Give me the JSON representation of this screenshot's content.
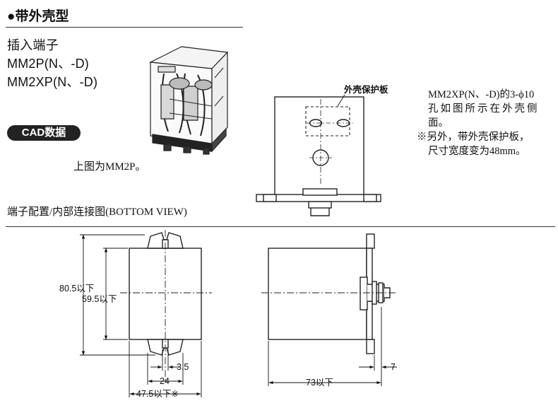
{
  "header": {
    "title": "●带外壳型"
  },
  "product": {
    "terminal_label": "插入端子",
    "model_1": "MM2P(N、-D)",
    "model_2": "MM2XP(N、-D)",
    "cad_badge": "CAD数据",
    "photo_caption": "上图为MM2P。"
  },
  "side_panel": {
    "protect_plate_label": "外壳保护板",
    "note_lines": [
      "MM2XP(N、-D)的3-ϕ10",
      "孔如图所示在外壳侧",
      "面。",
      "※另外，带外壳保护板，",
      "尺寸宽度变为48mm。"
    ]
  },
  "bottom_view": {
    "label": "端子配置/内部连接图(BOTTOM VIEW)"
  },
  "dimensions": {
    "height_overall": "80.5以下",
    "height_body": "59.5以下",
    "pin_gap": "3.5",
    "pin_pitch": "24",
    "width_overall": "47.5以下※",
    "depth_overall": "73以下",
    "flange": "7"
  },
  "colors": {
    "line": "#222222",
    "badge_bg": "#222222",
    "badge_text": "#ffffff"
  }
}
